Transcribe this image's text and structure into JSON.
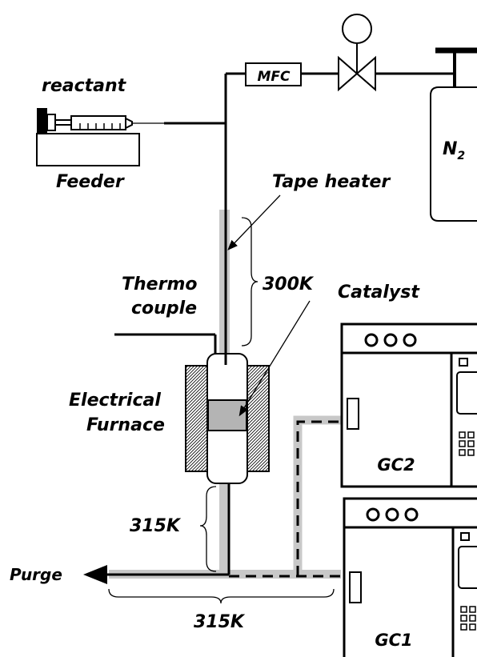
{
  "labels": {
    "reactant": "reactant",
    "feeder": "Feeder",
    "mfc": "MFC",
    "n2_main": "N",
    "n2_sub": "2",
    "tape_heater": "Tape heater",
    "thermo_line1": "Thermo",
    "thermo_line2": "couple",
    "temp_300k": "300K",
    "catalyst": "Catalyst",
    "furnace_line1": "Electrical",
    "furnace_line2": "Furnace",
    "temp_315k_left": "315K",
    "temp_315k_bottom": "315K",
    "purge": "Purge",
    "gc2": "GC2",
    "gc1": "GC1"
  },
  "colors": {
    "line": "#000000",
    "heater": "#c8c8c8",
    "catalyst_fill": "#b4b4b4",
    "background": "#ffffff"
  }
}
